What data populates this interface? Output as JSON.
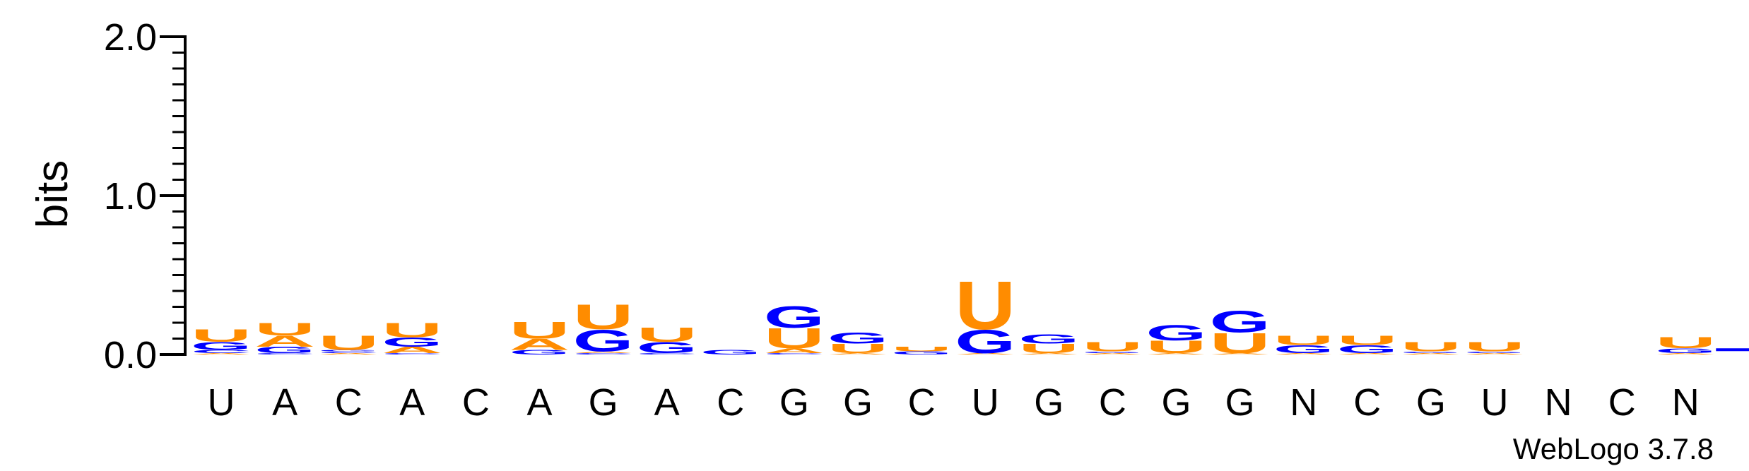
{
  "chart_data": {
    "type": "sequence-logo",
    "ylabel": "bits",
    "ylim": [
      0,
      2.0
    ],
    "yticks": [
      {
        "value": 0,
        "label": "0.0"
      },
      {
        "value": 1.0,
        "label": "1.0"
      },
      {
        "value": 2.0,
        "label": "2.0"
      }
    ],
    "yminor_step": 0.1,
    "positions": [
      "U",
      "A",
      "C",
      "A",
      "C",
      "A",
      "G",
      "A",
      "C",
      "G",
      "G",
      "C",
      "U",
      "G",
      "C",
      "G",
      "G",
      "N",
      "C",
      "G",
      "U",
      "N",
      "C",
      "N"
    ],
    "colors": {
      "U": "#ff8c00",
      "A": "#ff8c00",
      "G": "#0000ff",
      "C": "#0000ff"
    },
    "stacks": [
      [
        {
          "base": "A",
          "bits": 0.01
        },
        {
          "base": "C",
          "bits": 0.02
        },
        {
          "base": "G",
          "bits": 0.05
        },
        {
          "base": "U",
          "bits": 0.08
        }
      ],
      [
        {
          "base": "C",
          "bits": 0.01
        },
        {
          "base": "G",
          "bits": 0.04
        },
        {
          "base": "A",
          "bits": 0.07
        },
        {
          "base": "U",
          "bits": 0.08
        }
      ],
      [
        {
          "base": "A",
          "bits": 0.01
        },
        {
          "base": "C",
          "bits": 0.01
        },
        {
          "base": "G",
          "bits": 0.01
        },
        {
          "base": "U",
          "bits": 0.09
        }
      ],
      [
        {
          "base": "C",
          "bits": 0.01
        },
        {
          "base": "A",
          "bits": 0.04
        },
        {
          "base": "G",
          "bits": 0.06
        },
        {
          "base": "U",
          "bits": 0.09
        }
      ],
      [],
      [
        {
          "base": "G",
          "bits": 0.03
        },
        {
          "base": "A",
          "bits": 0.07
        },
        {
          "base": "U",
          "bits": 0.11
        }
      ],
      [
        {
          "base": "C",
          "bits": 0.01
        },
        {
          "base": "A",
          "bits": 0.01
        },
        {
          "base": "G",
          "bits": 0.14
        },
        {
          "base": "U",
          "bits": 0.16
        }
      ],
      [
        {
          "base": "C",
          "bits": 0.01
        },
        {
          "base": "G",
          "bits": 0.07
        },
        {
          "base": "U",
          "bits": 0.09
        }
      ],
      [
        {
          "base": "G",
          "bits": 0.03
        }
      ],
      [
        {
          "base": "C",
          "bits": 0.01
        },
        {
          "base": "A",
          "bits": 0.03
        },
        {
          "base": "U",
          "bits": 0.13
        },
        {
          "base": "G",
          "bits": 0.14
        }
      ],
      [
        {
          "base": "A",
          "bits": 0.01
        },
        {
          "base": "U",
          "bits": 0.06
        },
        {
          "base": "G",
          "bits": 0.07
        }
      ],
      [
        {
          "base": "G",
          "bits": 0.02
        },
        {
          "base": "U",
          "bits": 0.03
        }
      ],
      [
        {
          "base": "A",
          "bits": 0.01
        },
        {
          "base": "G",
          "bits": 0.15
        },
        {
          "base": "U",
          "bits": 0.31
        }
      ],
      [
        {
          "base": "A",
          "bits": 0.01
        },
        {
          "base": "U",
          "bits": 0.06
        },
        {
          "base": "G",
          "bits": 0.06
        }
      ],
      [
        {
          "base": "A",
          "bits": 0.01
        },
        {
          "base": "G",
          "bits": 0.01
        },
        {
          "base": "U",
          "bits": 0.06
        }
      ],
      [
        {
          "base": "A",
          "bits": 0.01
        },
        {
          "base": "U",
          "bits": 0.08
        },
        {
          "base": "G",
          "bits": 0.1
        }
      ],
      [
        {
          "base": "A",
          "bits": 0.01
        },
        {
          "base": "U",
          "bits": 0.13
        },
        {
          "base": "G",
          "bits": 0.14
        }
      ],
      [
        {
          "base": "A",
          "bits": 0.01
        },
        {
          "base": "G",
          "bits": 0.05
        },
        {
          "base": "U",
          "bits": 0.06
        }
      ],
      [
        {
          "base": "A",
          "bits": 0.01
        },
        {
          "base": "G",
          "bits": 0.05
        },
        {
          "base": "U",
          "bits": 0.06
        }
      ],
      [
        {
          "base": "A",
          "bits": 0.01
        },
        {
          "base": "G",
          "bits": 0.01
        },
        {
          "base": "U",
          "bits": 0.06
        }
      ],
      [
        {
          "base": "A",
          "bits": 0.01
        },
        {
          "base": "G",
          "bits": 0.01
        },
        {
          "base": "U",
          "bits": 0.06
        }
      ],
      [],
      [],
      [
        {
          "base": "A",
          "bits": 0.01
        },
        {
          "base": "G",
          "bits": 0.03
        },
        {
          "base": "U",
          "bits": 0.07
        }
      ]
    ],
    "tail_trace_bits": 0.03,
    "credit": "WebLogo 3.7.8"
  }
}
